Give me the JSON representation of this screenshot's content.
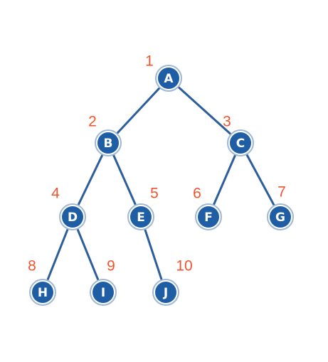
{
  "tree": {
    "nodes": [
      {
        "id": "A",
        "label": "A",
        "index": "1"
      },
      {
        "id": "B",
        "label": "B",
        "index": "2"
      },
      {
        "id": "C",
        "label": "C",
        "index": "3"
      },
      {
        "id": "D",
        "label": "D",
        "index": "4"
      },
      {
        "id": "E",
        "label": "E",
        "index": "5"
      },
      {
        "id": "F",
        "label": "F",
        "index": "6"
      },
      {
        "id": "G",
        "label": "G",
        "index": "7"
      },
      {
        "id": "H",
        "label": "H",
        "index": "8"
      },
      {
        "id": "I",
        "label": "I",
        "index": "9"
      },
      {
        "id": "J",
        "label": "J",
        "index": "10"
      }
    ],
    "edges": [
      [
        "A",
        "B"
      ],
      [
        "A",
        "C"
      ],
      [
        "B",
        "D"
      ],
      [
        "B",
        "E"
      ],
      [
        "C",
        "F"
      ],
      [
        "C",
        "G"
      ],
      [
        "D",
        "H"
      ],
      [
        "D",
        "I"
      ],
      [
        "E",
        "J"
      ]
    ],
    "colors": {
      "node_fill": "#1f5da5",
      "node_ring": "#9fb8d6",
      "edge": "#2b5e9b",
      "index_label": "#f2542d"
    }
  }
}
